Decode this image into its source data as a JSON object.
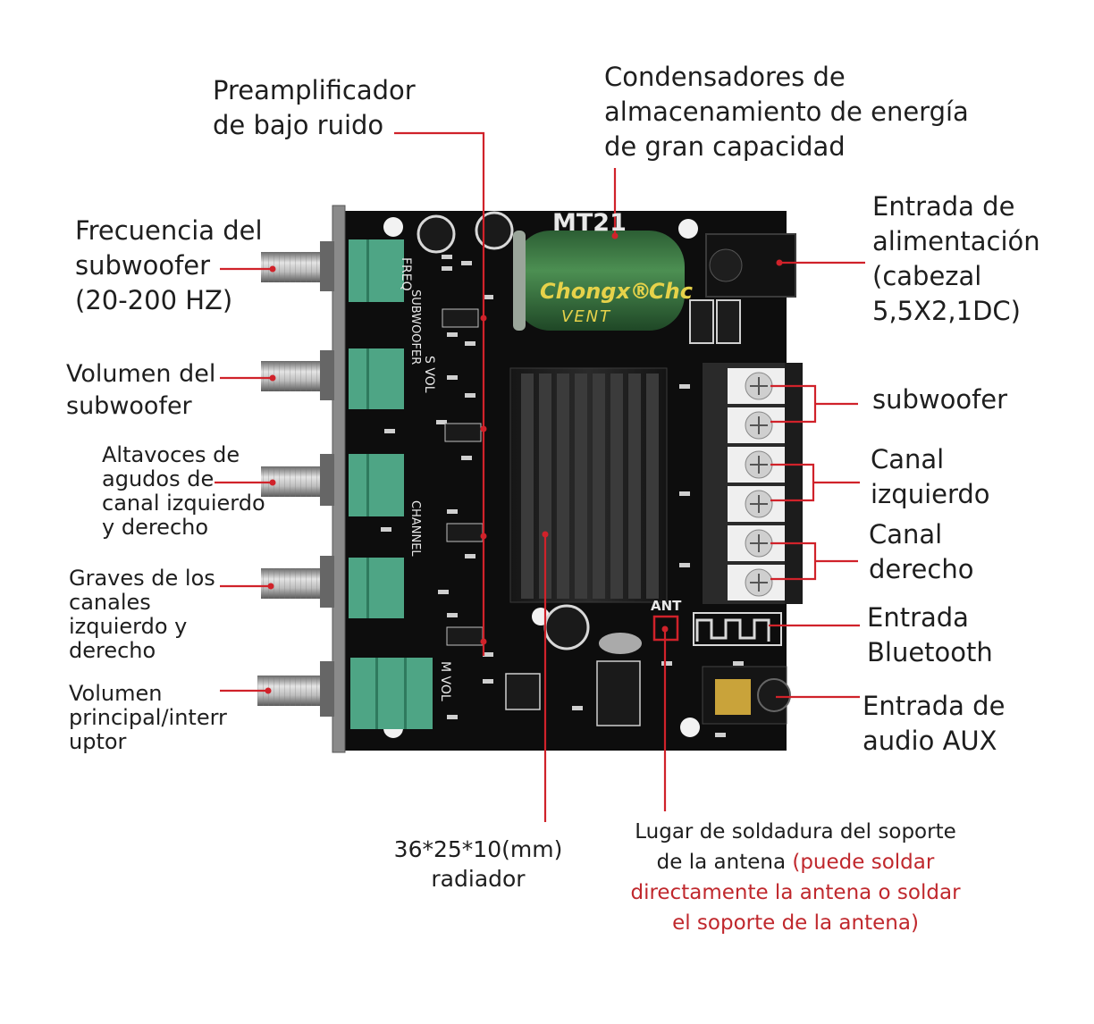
{
  "diagram": {
    "board_texts": {
      "model": "MT21",
      "cap_brand": "Chongx®",
      "cap_brand_cut": "Chc",
      "cap_vent": "VENT",
      "ant": "ANT",
      "silk_freq": "FREQ",
      "silk_subwoofer": "SUBWOOFER",
      "silk_svol": "S VOL",
      "silk_channel": "CHANNEL",
      "silk_mvol": "M VOL"
    },
    "labels": [
      {
        "id": "preamp",
        "lines": [
          "Preamplificador",
          "de bajo ruido"
        ]
      },
      {
        "id": "capacitors",
        "lines": [
          "Condensadores de",
          "almacenamiento de energía",
          "de gran capacidad"
        ]
      },
      {
        "id": "power-input",
        "lines": [
          "Entrada de",
          "alimentación",
          "(cabezal",
          "5,5X2,1DC)"
        ]
      },
      {
        "id": "sub-frequency",
        "lines": [
          "Frecuencia del",
          "subwoofer",
          "(20-200 HZ)"
        ]
      },
      {
        "id": "sub-volume",
        "lines": [
          "Volumen del",
          "subwoofer"
        ]
      },
      {
        "id": "treble",
        "lines": [
          "Altavoces de",
          "agudos de",
          "canal izquierdo",
          "y derecho"
        ]
      },
      {
        "id": "bass",
        "lines": [
          "Graves de los",
          "canales",
          "izquierdo y",
          "derecho"
        ]
      },
      {
        "id": "main-volume",
        "lines": [
          "Volumen",
          "principal/interr",
          "uptor"
        ]
      },
      {
        "id": "subwoofer-out",
        "lines": [
          "subwoofer"
        ]
      },
      {
        "id": "left-channel",
        "lines": [
          "Canal",
          "izquierdo"
        ]
      },
      {
        "id": "right-channel",
        "lines": [
          "Canal",
          "derecho"
        ]
      },
      {
        "id": "bluetooth",
        "lines": [
          "Entrada",
          "Bluetooth"
        ]
      },
      {
        "id": "aux",
        "lines": [
          "Entrada de",
          "audio AUX"
        ]
      },
      {
        "id": "radiator",
        "lines": [
          "36*25*10(mm)",
          "radiador"
        ]
      }
    ],
    "antenna_note": {
      "line1": "Lugar de soldadura del soporte",
      "line2_black": "de la antena ",
      "line2_red": "(puede soldar",
      "line3_red": "directamente la antena o soldar",
      "line4_red": "el soporte de la antena)"
    },
    "colors": {
      "leader": "#d0222a",
      "board": "#0d0d0d",
      "pot_green": "#4ea585",
      "capacitor": "#2f6b3a",
      "terminal": "#2a2a2a",
      "text": "#1e1e1e",
      "note_red": "#c0282d"
    }
  }
}
